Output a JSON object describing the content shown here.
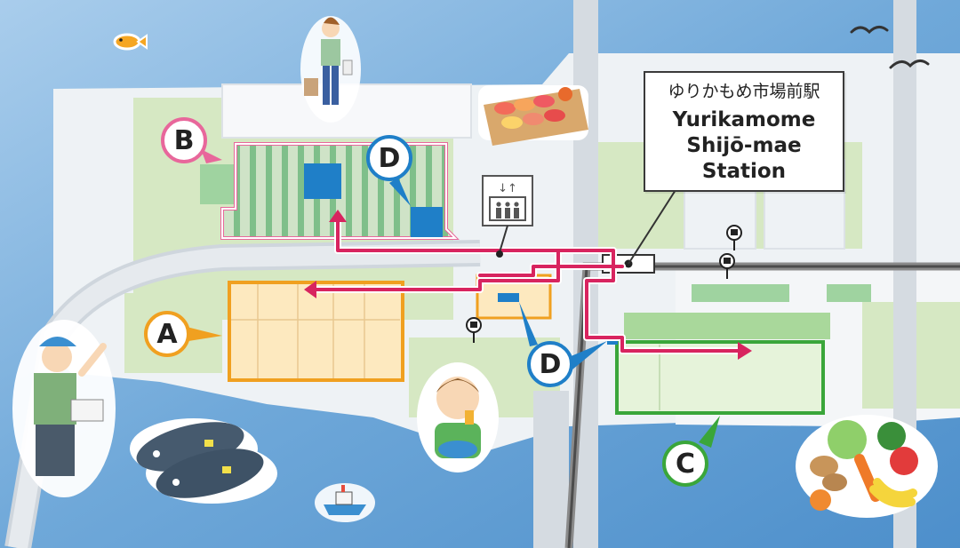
{
  "station": {
    "name_ja": "ゆりかもめ市場前駅",
    "name_en_line1": "Yurikamome",
    "name_en_line2": "Shijō-mae",
    "name_en_line3": "Station"
  },
  "area_labels": {
    "a": "A",
    "b": "B",
    "c": "C",
    "d_upper": "D",
    "d_lower": "D"
  },
  "icons": [
    "elevator-icon",
    "bus-stop-icon",
    "fish-icon",
    "seagull-icon",
    "boat-icon",
    "sushi-icon",
    "tuna-icon",
    "vegetables-icon",
    "shopper-illustration",
    "fishmonger-illustration",
    "boy-eating-illustration"
  ],
  "colors": {
    "water": "#6fa8d9",
    "land": "#eef2f5",
    "green_area": "#cfe3b4",
    "route": "#d8245f",
    "area_a": "#f0a020",
    "area_b": "#e8679b",
    "area_c": "#3aa63a",
    "area_d": "#1f7fc8",
    "rail": "#8a8a8a"
  }
}
